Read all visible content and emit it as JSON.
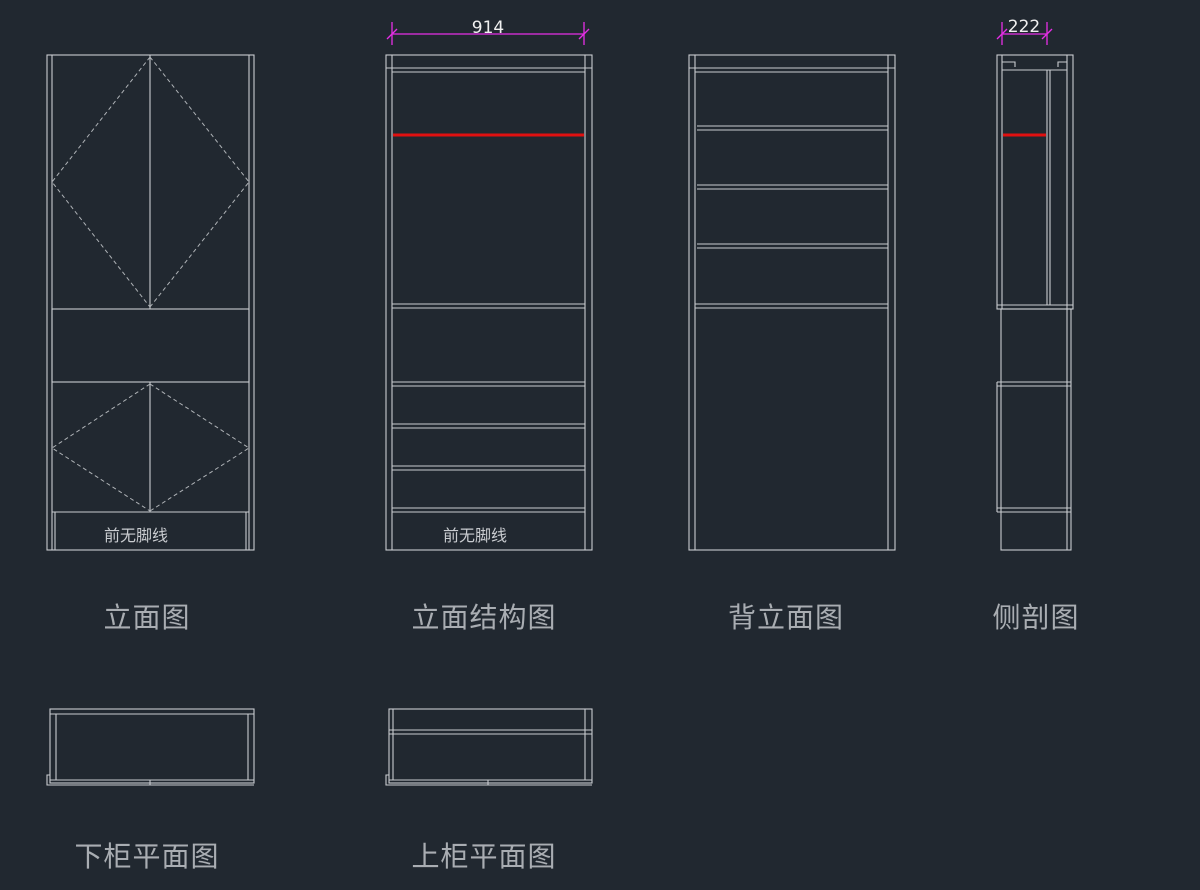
{
  "drawings": {
    "front_elevation": {
      "caption": "立面图",
      "note": "前无脚线"
    },
    "front_structure": {
      "caption": "立面结构图",
      "note": "前无脚线",
      "width_dimension": "914"
    },
    "back_elevation": {
      "caption": "背立面图"
    },
    "side_section": {
      "caption": "侧剖图",
      "depth_dimension": "222"
    },
    "lower_plan": {
      "caption": "下柜平面图"
    },
    "upper_plan": {
      "caption": "上柜平面图"
    }
  },
  "colors": {
    "background": "#212830",
    "linework": "#c9ccd0",
    "dimension": "#e62ee6",
    "highlight": "#e01010",
    "caption": "#a9adb2"
  }
}
